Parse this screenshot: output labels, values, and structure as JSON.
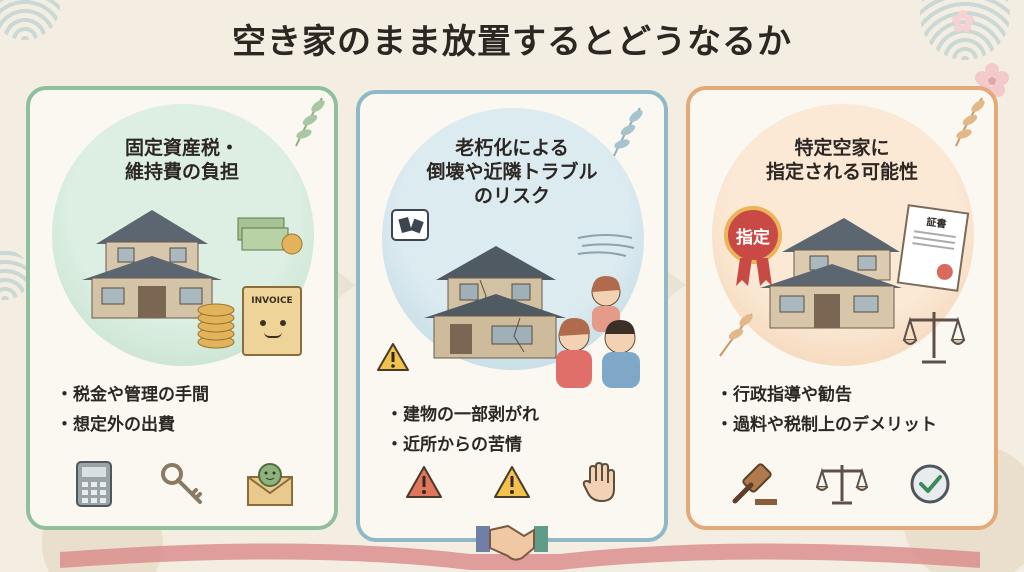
{
  "title": "空き家のまま放置するとどうなるか",
  "cards": [
    {
      "title_lines": [
        "固定資産税・",
        "維持費の負担"
      ],
      "badge": "INVOICE",
      "bullets": [
        "税金や管理の手間",
        "想定外の出費"
      ],
      "icons": [
        "calculator-icon",
        "key-icon",
        "money-envelope-icon"
      ],
      "color": "#8fbf9c"
    },
    {
      "title_lines": [
        "老朽化による",
        "倒壊や近隣トラブル",
        "のリスク"
      ],
      "bullets": [
        "建物の一部剥がれ",
        "近所からの苦情"
      ],
      "icons": [
        "warning-icon",
        "warning-icon",
        "raised-hand-icon"
      ],
      "color": "#8fb9c6"
    },
    {
      "title_lines": [
        "特定空家に",
        "指定される可能性"
      ],
      "badge": "指定",
      "certificate": "証書",
      "bullets": [
        "行政指導や勧告",
        "過料や税制上のデメリット"
      ],
      "icons": [
        "gavel-icon",
        "scales-icon",
        "checkmark-icon"
      ],
      "color": "#e3a979"
    }
  ]
}
